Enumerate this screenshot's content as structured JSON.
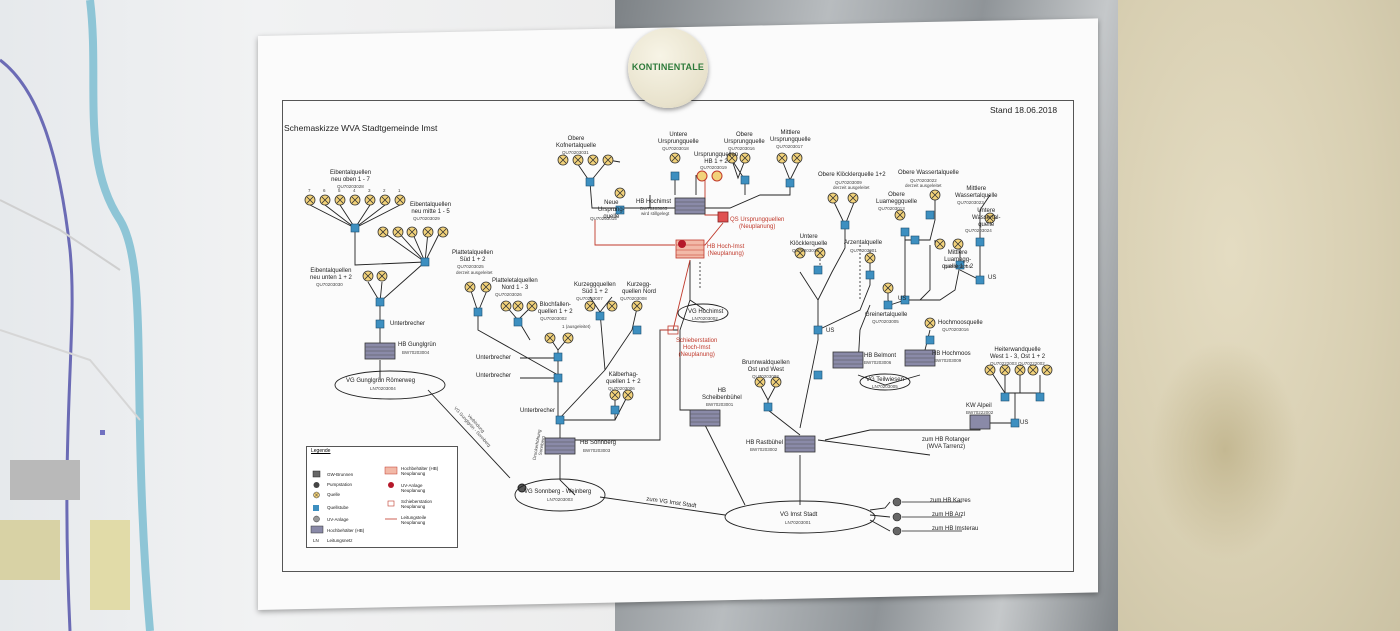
{
  "magnet": {
    "brand": "KONTINENTALE"
  },
  "sheet": {
    "title": "Schemaskizze WVA Stadtgemeinde Imst",
    "date": "Stand 18.06.2018"
  },
  "labels": {
    "eibental_oben": "Eibentalquellen\nneu oben 1 - 7",
    "eibental_oben_id": "QU70203028",
    "eibental_mitte": "Eibentalquellen\nneu mitte 1 - 5",
    "eibental_mitte_id": "QU70203029",
    "eibental_unten": "Eibentalquellen\nneu unten 1 + 2",
    "eibental_unten_id": "QU70203030",
    "unterbrecher": "Unterbrecher",
    "hb_gunglgruen": "HB Gunglgrün",
    "hb_gunglgruen_id": "BW70203004",
    "vg_gunglgruen": "VG Gunglgrün Römerweg",
    "vg_gunglgruen_id": "LN70203004",
    "plattele_sued": "Plattetalquellen\nSüd 1 + 2",
    "plattele_sued_id": "QU70203025",
    "derzeit": "derzeit ausgeleitet",
    "plattele_nord": "Platteletalquellen\nNord 1 - 3",
    "plattele_nord_id": "QU70203026",
    "kurzegg_sued": "Kurzeggquellen\nSüd 1 + 2",
    "kurzegg_sued_id": "QU70203007",
    "kurzegg_nord": "Kurzegg-\nquellen Nord",
    "kurzegg_nord_id": "QU70203008",
    "blochfallen": "Blochfallen-\nquellen 1 + 2",
    "blochfallen_id": "QU70203002",
    "ausgeleitet": "1 (ausgeleitet)",
    "kaelberhag": "Kälberhag-\nquellen 1 + 2",
    "kaelberhag_id": "QU70203006",
    "hb_sonnberg": "HB Sonnberg",
    "hb_sonnberg_id": "BW70203003",
    "vg_sonnberg": "VG Sonnberg - Weinberg",
    "vg_sonnberg_id": "LN70203003",
    "druckerhoehung": "Druckerhöhung\nSonnberg",
    "verbindung": "Verbindung\nVG Gunglgrün - Sonnberg",
    "zum_vg_imst": "zum VG Imst Stadt",
    "obere_kofner": "Obere\nKofnertalquelle",
    "obere_kofner_id": "QU70203031",
    "neue_ursprung": "Neue\nUrsprung-\nquelle",
    "neue_ursprung_id": "QU70203015",
    "hb_hochimst": "HB Hochimst",
    "hb_hochimst_id": "BW70203005",
    "still": "wird stillgelegt",
    "untere_ursprung": "Untere\nUrsprungquelle",
    "untere_ursprung_id": "QU70203018",
    "ursprung_hb": "Ursprungquellen\nHB 1 + 2",
    "ursprung_hb_id": "QU70203019",
    "obere_ursprung": "Obere\nUrsprungquelle",
    "obere_ursprung_id": "QU70203016",
    "mittlere_ursprung": "Mittlere\nUrsprungquelle",
    "mittlere_ursprung_id": "QU70203017",
    "qs_ursprung": "QS Ursprungquellen\n(Neuplanung)",
    "hb_hochimst_neu": "HB Hoch-Imst\n(Neuplanung)",
    "vg_hochimst": "VG Hochimst",
    "vg_hochimst_id": "LN70203002",
    "schieber": "Schieberstation\nHoch-Imst\n(Neuplanung)",
    "hb_scheibenbuehel": "HB\nScheibenbühel",
    "hb_scheibenbuehel_id": "BW70203001",
    "brunnwald": "Brunnwaldquellen\nOst und West",
    "brunnwald_id": "QU70203003",
    "hb_rastbuehel": "HB Rastbühel",
    "hb_rastbuehel_id": "BW70203002",
    "vg_imst_stadt": "VG Imst Stadt",
    "vg_imst_stadt_id": "LN70203001",
    "obere_kloeckler": "Obere Klöcklerquelle 1+2",
    "obere_kloeckler_id": "QU70203009",
    "derzeit2": "derzeit ausgeleitet",
    "obere_wassertal": "Obere Wassertalquelle",
    "obere_wassertal_id": "QU70203022",
    "derzeit3": "derzeit ausgeleitet",
    "obere_luamegg": "Obere\nLuameggquelle",
    "obere_luamegg_id": "QU70203013",
    "mittlere_wassertal": "Mittlere\nWassertalquelle",
    "mittlere_wassertal_id": "QU70203023",
    "untere_wassertal": "Untere\nWassertal-\nquelle",
    "untere_wassertal_id": "QU70203024",
    "untere_kloeckler": "Untere\nKlöcklerquelle",
    "untere_kloeckler_id": "QU70203010",
    "arzental": "Arzentalquelle",
    "arzental_id": "QU70203001",
    "mittlere_luamegg": "Mittlere\nLuamegg-\nquelle 1 + 2",
    "mittlere_luamegg_id": "QU70203014",
    "greinertal": "Greinertalquelle",
    "greinertal_id": "QU70203005",
    "hochmoos": "Hochmoosquelle",
    "hochmoos_id": "QU70203016",
    "hb_belmont": "HB Belmont",
    "hb_belmont_id": "BW70203006",
    "hb_hochmoos": "HB Hochmoos",
    "hb_hochmoos_id": "BW70203009",
    "vg_teilwiesen": "VG Teilwiesen",
    "vg_teilwiesen_id": "LN70203005",
    "heiterwand": "Heiterwandquelle\nWest 1 - 3, Ost 1 + 2",
    "heiterwand_id": "QU70222003   QU70222002",
    "kw_alpeil": "KW Alpeil",
    "kw_alpeil_id": "BW70222002",
    "us": "US",
    "zum_rotanger": "zum HB Rotanger\n(WVA Tarrenz)",
    "zum_karres": "zum HB Karres",
    "zum_arzl": "zum HB Arzl",
    "zum_imsterau": "zum HB Imsterau",
    "n7": "7",
    "n6": "6",
    "n5": "5",
    "n4": "4",
    "n3": "3",
    "n2": "2",
    "n1": "1"
  },
  "legend": {
    "title": "Legende",
    "gw_brunnen": "GW-Brunnen",
    "pumpstation": "Pumpstation",
    "quelle": "Quelle",
    "quellstube": "Quellstube",
    "uv_anlage": "UV-Anlage",
    "hochbehaelter": "Hochbehälter (HB)",
    "leitungsnetz": "Leitungsnetz",
    "ln": "LN",
    "hb_neu": "Hochbehälter (HB)\nNeuplanung",
    "uv_neu": "UV-Anlage\nNeuplanung",
    "schieber_neu": "Schieberstation\nNeuplanung",
    "leitung_neu": "Leitungsteile\nNeuplanung"
  }
}
